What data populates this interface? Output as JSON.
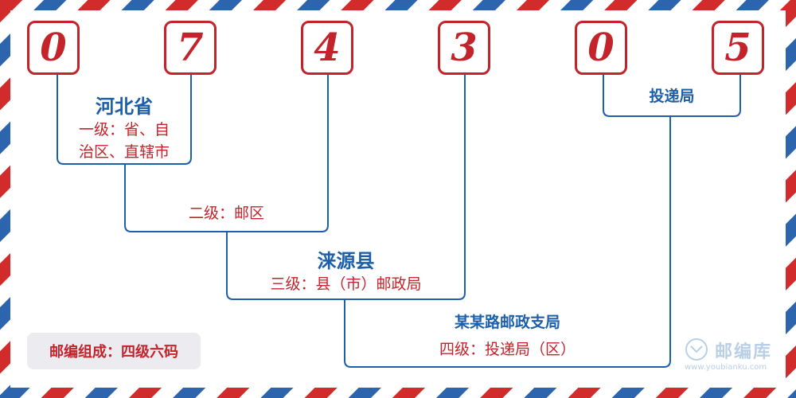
{
  "digits": [
    "0",
    "7",
    "4",
    "3",
    "0",
    "5"
  ],
  "level1": {
    "name": "河北省",
    "desc_line1": "一级：省、自",
    "desc_line2": "治区、直辖市"
  },
  "level2": {
    "desc": "二级：邮区"
  },
  "level3": {
    "name": "涞源县",
    "desc": "三级：县（市）邮政局"
  },
  "level4": {
    "name": "某某路邮政支局",
    "desc": "四级：投递局（区）"
  },
  "delivery": {
    "name": "投递局"
  },
  "badge": {
    "text": "邮编组成：四级六码"
  },
  "watermark": {
    "name": "邮编库",
    "url": "www.youbianku.com"
  },
  "colors": {
    "red": "#c3232a",
    "blue": "#1d5fa8",
    "border_red": "#d22b2b",
    "border_blue": "#2d64ae"
  }
}
